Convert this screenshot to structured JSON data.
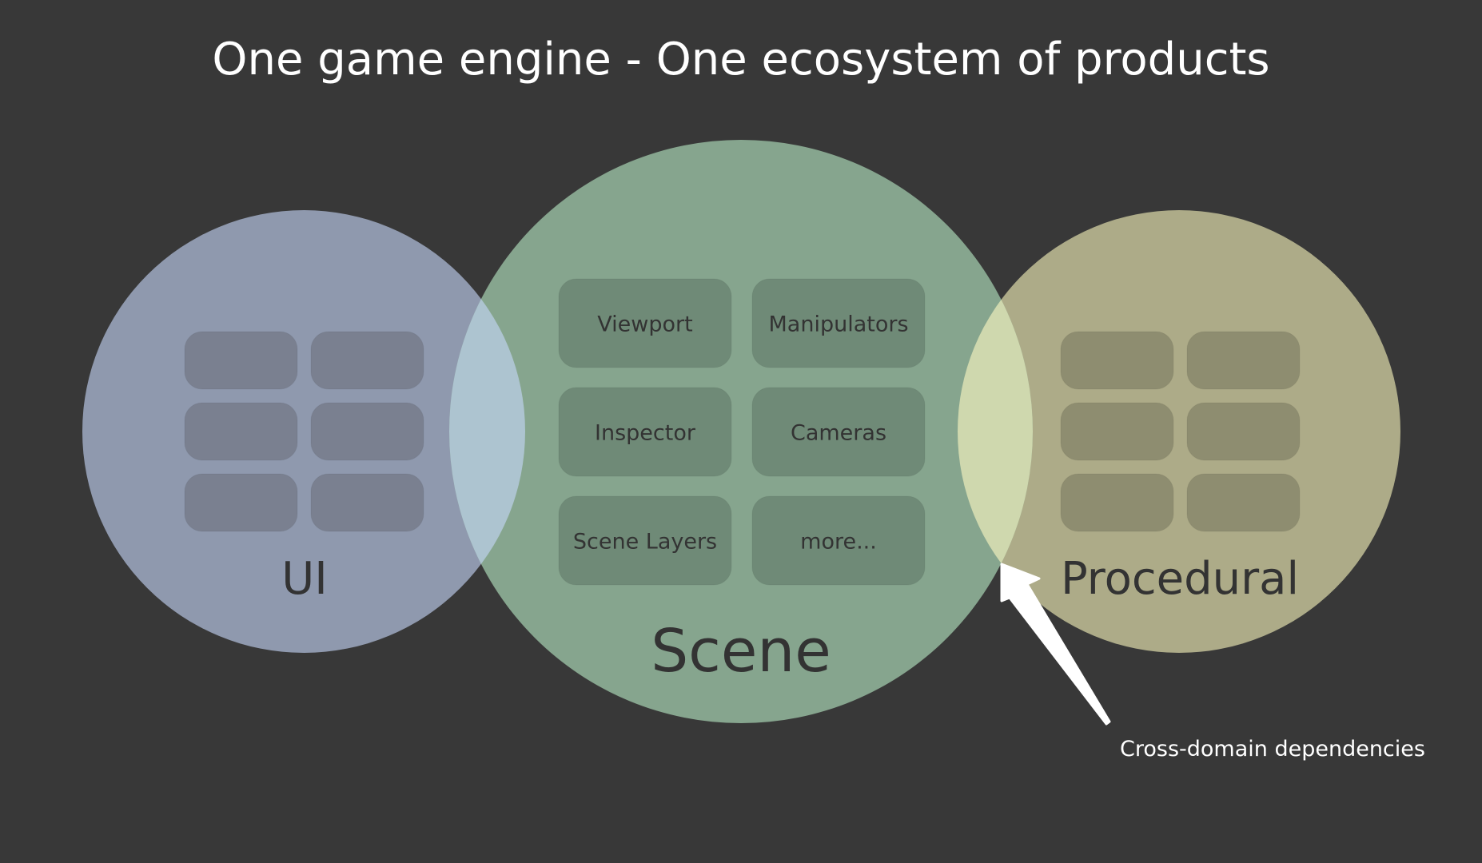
{
  "title": "One game engine - One ecosystem of products",
  "colors": {
    "background": "#383838",
    "ui_circle": "#8f99ae",
    "scene_circle": "#86a58e",
    "procedural_circle": "#adab88",
    "ui_scene_overlap": "#adc4d0",
    "scene_procedural_overlap": "#cfd8ae",
    "ui_pill": "#7a8090",
    "scene_pill": "#6f8a77",
    "procedural_pill": "#8e8d70",
    "text_dark": "#333333",
    "text_light": "#ffffff"
  },
  "domains": [
    {
      "id": "ui",
      "label": "UI",
      "items": [
        "",
        "",
        "",
        "",
        "",
        ""
      ]
    },
    {
      "id": "scene",
      "label": "Scene",
      "items": [
        "Viewport",
        "Manipulators",
        "Inspector",
        "Cameras",
        "Scene Layers",
        "more..."
      ]
    },
    {
      "id": "procedural",
      "label": "Procedural",
      "items": [
        "",
        "",
        "",
        "",
        "",
        ""
      ]
    }
  ],
  "annotation": {
    "label": "Cross-domain dependencies",
    "icon": "arrow-icon"
  }
}
